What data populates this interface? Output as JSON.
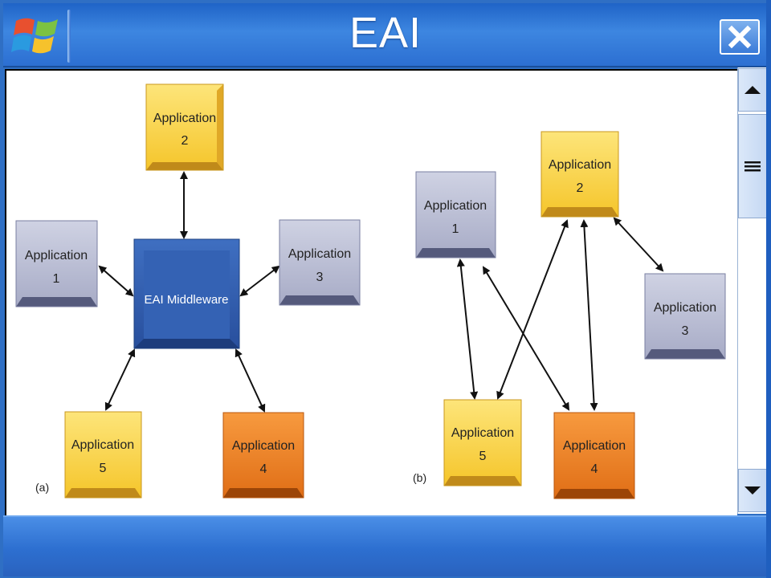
{
  "window": {
    "title": "EAI"
  },
  "icons": {
    "logo": "windows-logo-icon",
    "close": "close-icon",
    "scroll_up": "arrow-up-icon",
    "scroll_down": "arrow-down-icon",
    "scroll_grip": "grip-icon"
  },
  "colors": {
    "title_bar": "#2c6fd2",
    "app_gray": "#b9bdd4",
    "app_yellow": "#f7d23a",
    "app_orange": "#ee7f22",
    "middleware": "#2f5aa8"
  },
  "diagram_a": {
    "label": "(a)",
    "middleware": "EAI Middleware",
    "nodes": [
      {
        "id": "a2",
        "line1": "Application",
        "line2": "2"
      },
      {
        "id": "a1",
        "line1": "Application",
        "line2": "1"
      },
      {
        "id": "a3",
        "line1": "Application",
        "line2": "3"
      },
      {
        "id": "a5",
        "line1": "Application",
        "line2": "5"
      },
      {
        "id": "a4",
        "line1": "Application",
        "line2": "4"
      }
    ]
  },
  "diagram_b": {
    "label": "(b)",
    "nodes": [
      {
        "id": "b1",
        "line1": "Application",
        "line2": "1"
      },
      {
        "id": "b2",
        "line1": "Application",
        "line2": "2"
      },
      {
        "id": "b3",
        "line1": "Application",
        "line2": "3"
      },
      {
        "id": "b5",
        "line1": "Application",
        "line2": "5"
      },
      {
        "id": "b4",
        "line1": "Application",
        "line2": "4"
      }
    ]
  }
}
